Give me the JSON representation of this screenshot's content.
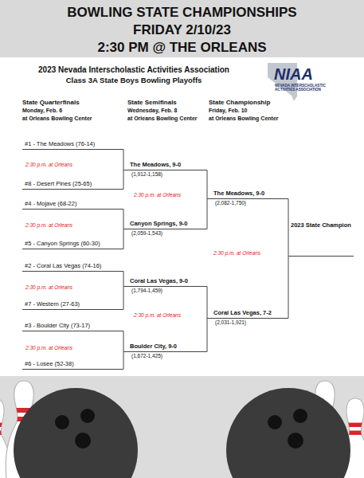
{
  "diagram": {
    "nodes": [
      {
        "text": [
          "BOWLING STATE CHAMPIONSHIPS",
          "FRIDAY 2/10/23",
          "2:30 PM @ THE ORLEANS"
        ]
      },
      {
        "text": [
          "#1 - The Meadows (76-14)"
        ]
      },
      {
        "text": [
          "#8 - Desert Pines (25-65)"
        ]
      },
      {
        "text": [
          "#4 - Mojave (68-22)"
        ]
      },
      {
        "text": [
          "#5 - Canyon Springs (60-30)"
        ]
      },
      {
        "text": [
          "#2 - Coral Las Vegas (74-16)"
        ]
      },
      {
        "text": [
          "#7 - Western (27-63)"
        ]
      },
      {
        "text": [
          "#3 - Boulder City (73-17)"
        ]
      },
      {
        "text": [
          "#6 - Losee (52-38)"
        ]
      },
      {
        "text": [
          "The Meadows, 9-0",
          "(1,912-1,158)"
        ]
      },
      {
        "text": [
          "Canyon Springs, 9-0",
          "(2,059-1,543)"
        ]
      },
      {
        "text": [
          "Coral Las Vegas, 9-0",
          "(1,794-1,459)"
        ]
      },
      {
        "text": [
          "Boulder City, 9-0",
          "(1,672-1,425)"
        ]
      },
      {
        "text": [
          "The Meadows, 9-0",
          "(2,082-1,750)"
        ]
      },
      {
        "text": [
          "Coral Las Vegas, 7-2",
          "(2,031-1,921)"
        ]
      },
      {
        "text": [
          "2023 State Champion"
        ]
      }
    ],
    "edges": [
      {
        "from": 1,
        "to": 9,
        "arrow": "none"
      },
      {
        "from": 2,
        "to": 9,
        "arrow": "none"
      },
      {
        "from": 3,
        "to": 10,
        "arrow": "none"
      },
      {
        "from": 4,
        "to": 10,
        "arrow": "none"
      },
      {
        "from": 5,
        "to": 11,
        "arrow": "none"
      },
      {
        "from": 6,
        "to": 11,
        "arrow": "none"
      },
      {
        "from": 7,
        "to": 12,
        "arrow": "none"
      },
      {
        "from": 8,
        "to": 12,
        "arrow": "none"
      },
      {
        "from": 9,
        "to": 13,
        "arrow": "none"
      },
      {
        "from": 10,
        "to": 13,
        "arrow": "none"
      },
      {
        "from": 11,
        "to": 14,
        "arrow": "none"
      },
      {
        "from": 12,
        "to": 14,
        "arrow": "none"
      },
      {
        "from": 13,
        "to": 15,
        "arrow": "none"
      },
      {
        "from": 14,
        "to": 15,
        "arrow": "none"
      }
    ],
    "labels": [
      "2023 Nevada Interscholastic Activities Association",
      "Class 3A State Boys Bowling Playoffs",
      "NIAA",
      "NEVADA INTERSCHOLASTIC ACTIVITIES ASSOCIATION",
      "State Quarterfinals",
      "Monday, Feb. 6",
      "at Orleans Bowling Center",
      "State Semifinals",
      "Wednesday, Feb. 8",
      "at Orleans Bowling Center",
      "State Championship",
      "Friday, Feb. 10",
      "at Orleans Bowling Center",
      "2:30 p.m. at Orleans",
      "2:30 p.m. at Orleans",
      "2:30 p.m. at Orleans",
      "2:30 p.m. at Orleans",
      "2:30 p.m. at Orleans",
      "2:30 p.m. at Orleans",
      "2:30 p.m. at Orleans"
    ]
  }
}
